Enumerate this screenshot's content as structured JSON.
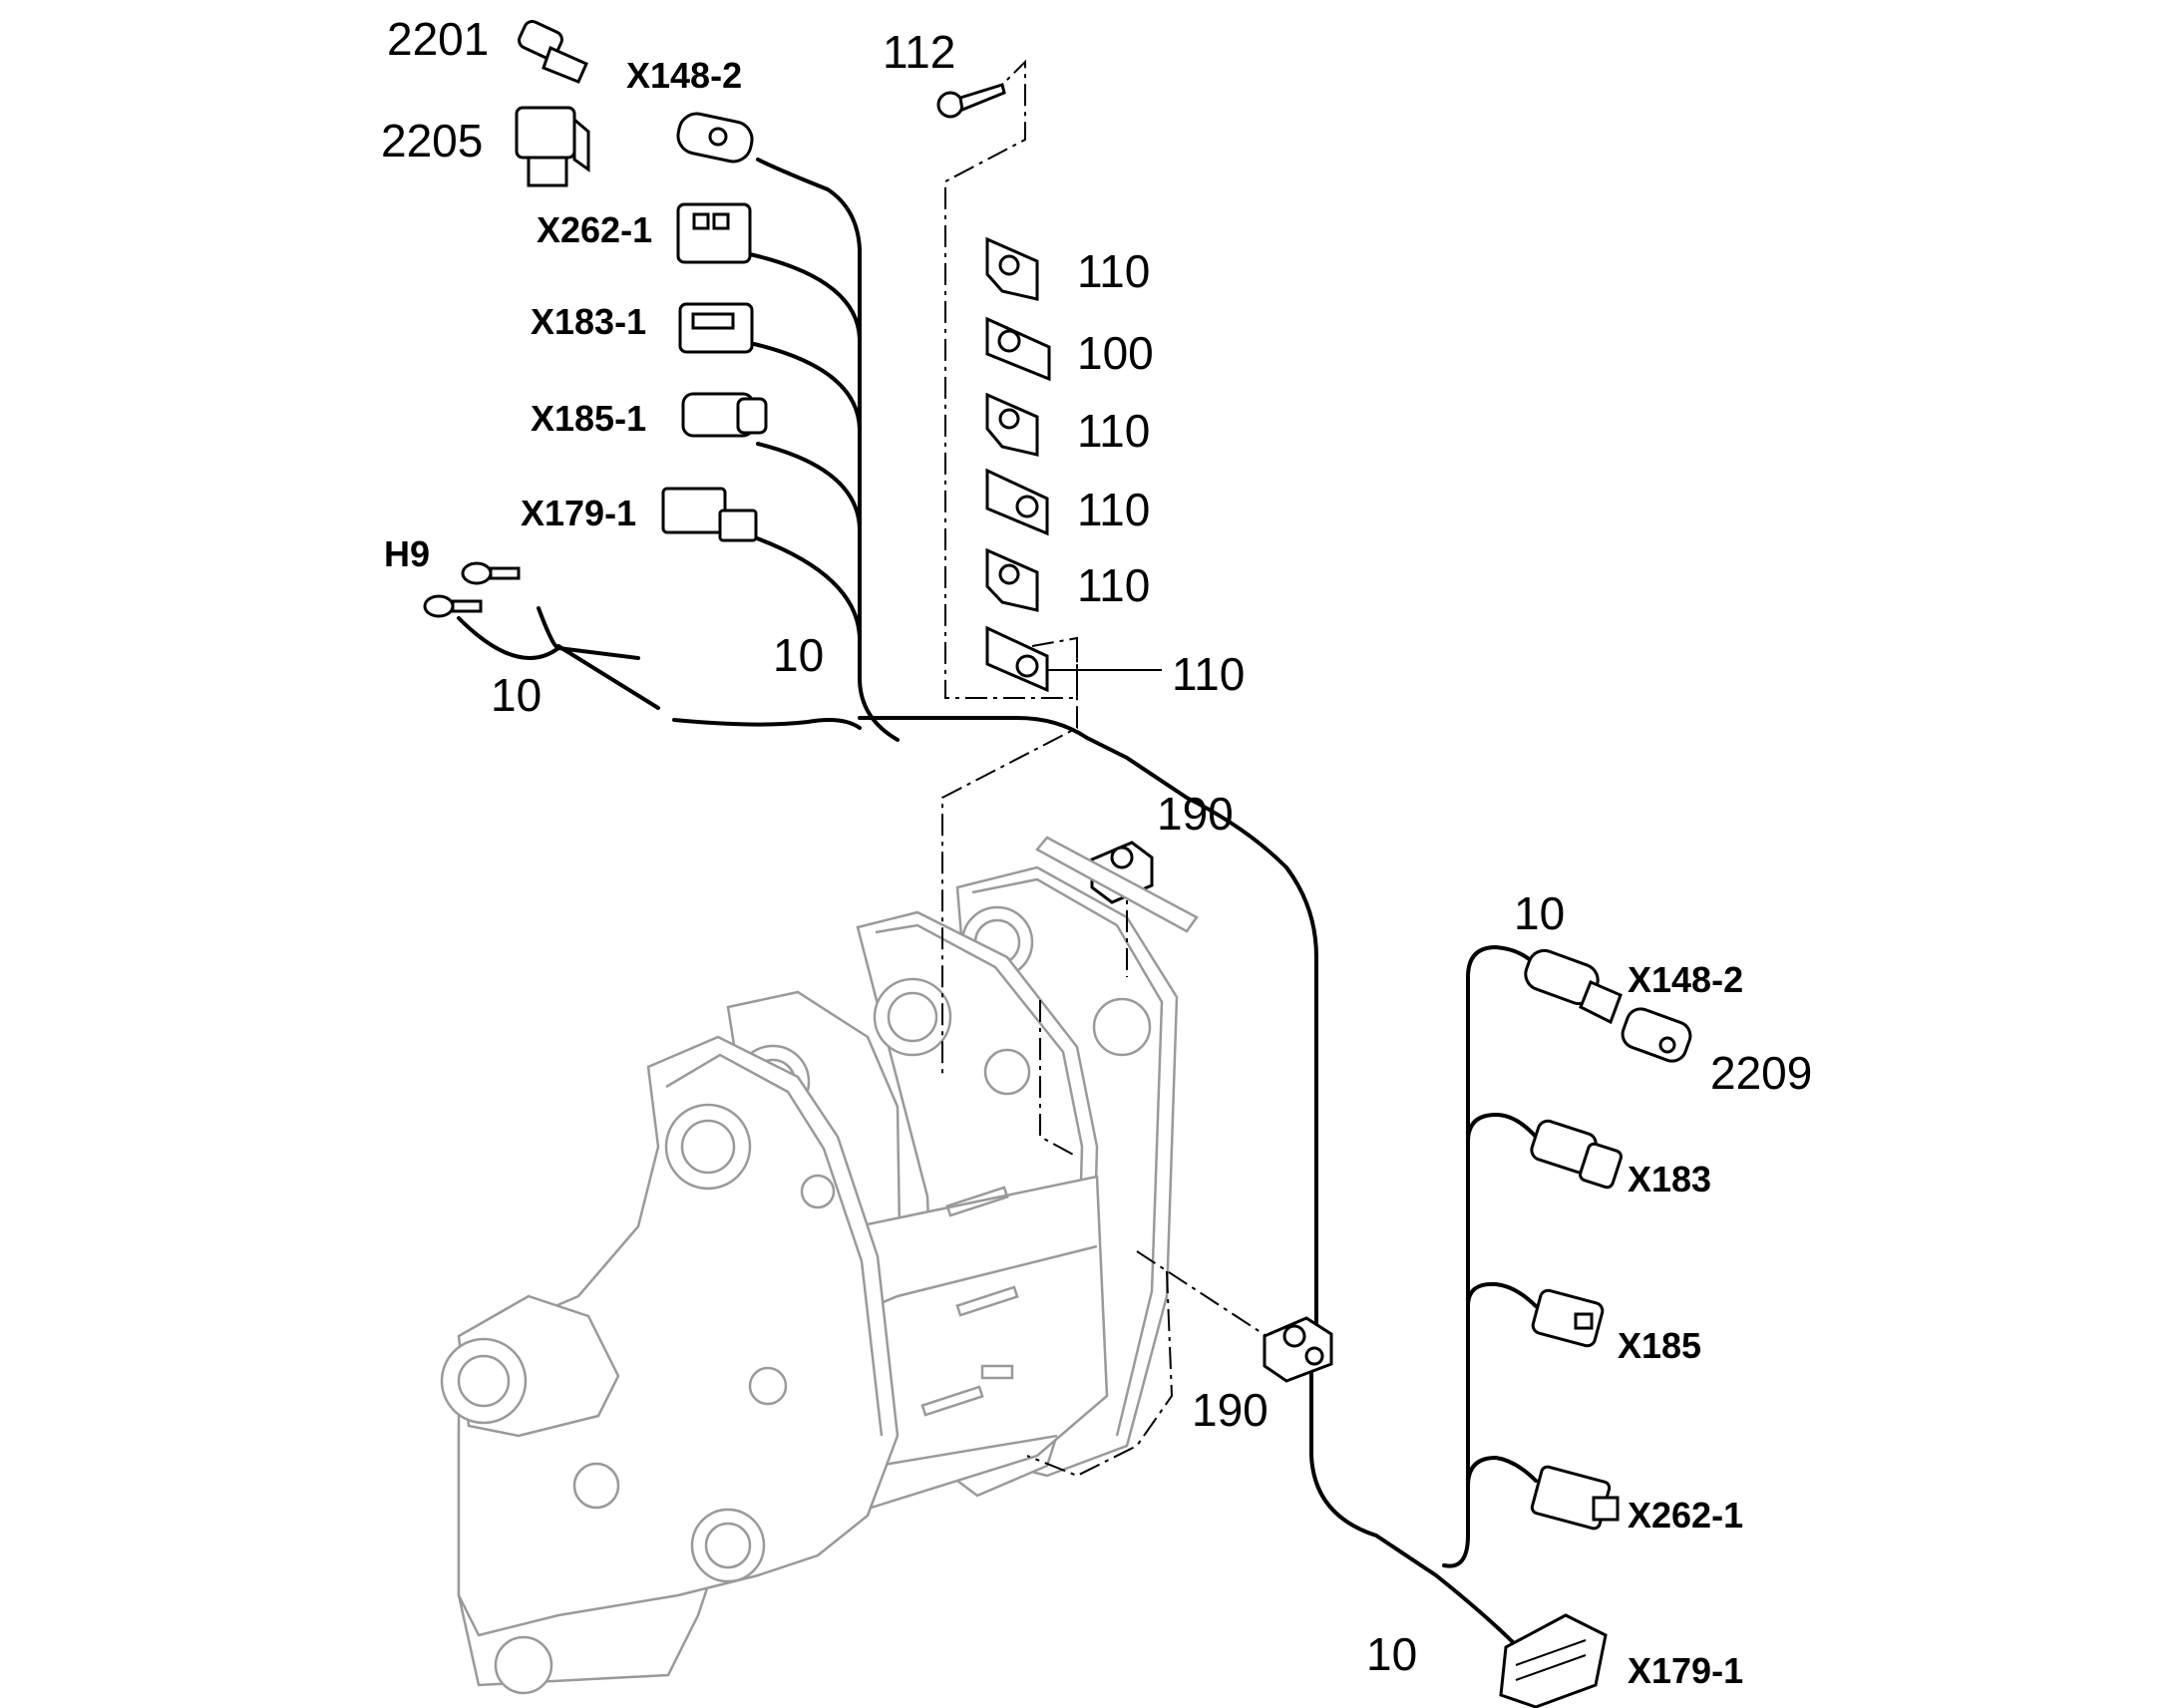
{
  "labels": {
    "p2201": "2201",
    "p2205": "2205",
    "p112": "112",
    "c_x148_2_top": "X148-2",
    "c_x262_1_top": "X262-1",
    "c_x183_1": "X183-1",
    "c_x185_1": "X185-1",
    "c_x179_1_top": "X179-1",
    "h9": "H9",
    "p10_a": "10",
    "p10_b": "10",
    "p110_a": "110",
    "p100": "100",
    "p110_b": "110",
    "p110_c": "110",
    "p110_d": "110",
    "p110_e": "110",
    "p190_a": "190",
    "p190_b": "190",
    "p10_c": "10",
    "c_x148_2_right": "X148-2",
    "p2209": "2209",
    "c_x183": "X183",
    "c_x185": "X185",
    "c_x262_1_right": "X262-1",
    "p10_d": "10",
    "c_x179_1_right": "X179-1"
  },
  "colors": {
    "line": "#000000",
    "ghost_frame": "#9a9a9a",
    "background": "#ffffff"
  }
}
